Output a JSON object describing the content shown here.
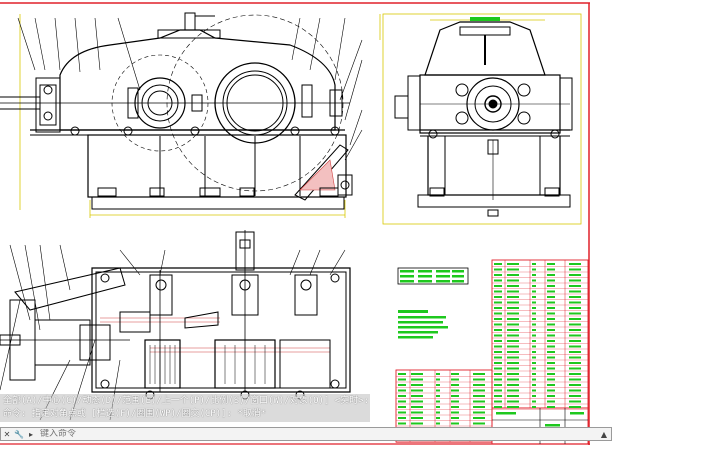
{
  "command_line": {
    "history": [
      "全部(A)/中心(C)/动态(D)/范围(E)/上一个(P)/比例(S)/窗口(W)/对象(O)] <实时>:",
      "命令: 指定对角点或 [栏选(F)/圈围(WP)/圈交(CP)]: *取消*"
    ],
    "placeholder": "键入命令",
    "close_icon": "close-icon",
    "wrench_icon": "wrench-icon",
    "expand_icon": "chevron-up-icon"
  },
  "colors": {
    "border_red": "#e0202a",
    "line_black": "#000000",
    "dim_yellow": "#d8c800",
    "text_green": "#1ec81e",
    "hatch": "#d04040"
  },
  "title_block": {
    "label": "技术要求"
  }
}
